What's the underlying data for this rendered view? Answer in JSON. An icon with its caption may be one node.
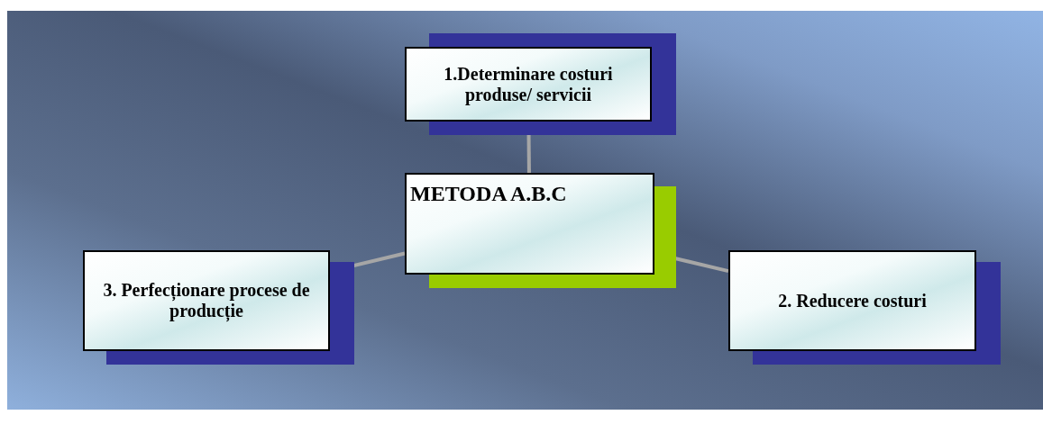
{
  "diagram": {
    "nodes": [
      {
        "text": [
          "METODA A.B.C"
        ]
      },
      {
        "text": [
          "1.Determinare costuri produse/ servicii"
        ]
      },
      {
        "text": [
          "2. Reducere costuri"
        ]
      },
      {
        "text": [
          "3. Perfecționare procese de producție"
        ]
      }
    ],
    "edges": [
      {
        "from": 0,
        "to": 1,
        "arrow": "none"
      },
      {
        "from": 0,
        "to": 2,
        "arrow": "none"
      },
      {
        "from": 0,
        "to": 3,
        "arrow": "none"
      }
    ]
  }
}
